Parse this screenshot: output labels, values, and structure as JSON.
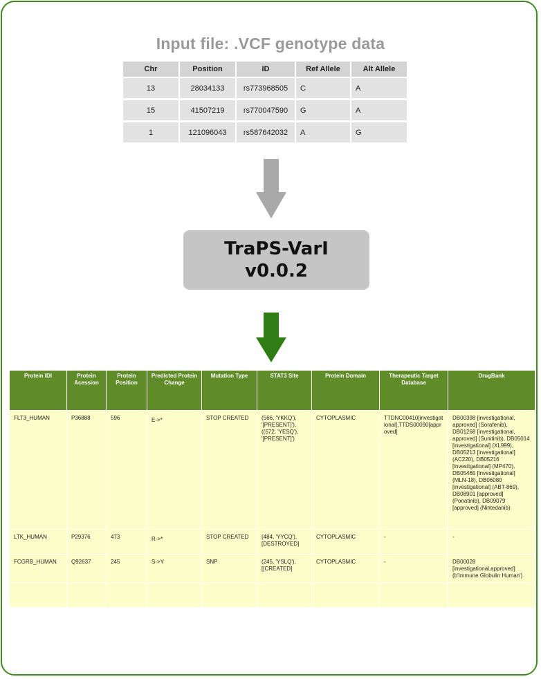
{
  "header": {
    "title": "Input file: .VCF genotype data"
  },
  "vcf": {
    "columns": [
      "Chr",
      "Position",
      "ID",
      "Ref Allele",
      "Alt Allele"
    ],
    "rows": [
      [
        "13",
        "28034133",
        "rs773968505",
        "C",
        "A"
      ],
      [
        "15",
        "41507219",
        "rs770047590",
        "G",
        "A"
      ],
      [
        "1",
        "121096043",
        "rs587642032",
        "A",
        "G"
      ]
    ]
  },
  "tool": {
    "name": "TraPS-VarI",
    "version": "v0.0.2"
  },
  "colors": {
    "border": "#3f8a22",
    "gray_arrow": "#a9a9a9",
    "green_arrow": "#2f7d14",
    "header_green": "#5f8c29",
    "row_yellow": "#fdfdc9"
  },
  "results": {
    "columns": [
      "Protein IDI",
      "Protein Acession",
      "Protein Position",
      "Predicted Protein Change",
      "Mutation Type",
      "STAT3 Site",
      "Protein Domain",
      "Therapeutic Target Database",
      "DrugBank"
    ],
    "rows": [
      [
        "FLT3_HUMAN",
        "P36888",
        "596",
        "E->*",
        "STOP CREATED",
        "(566, 'YKKQ'), '[PRESENT]'), ((572, 'YESQ'), '[PRESENT]')",
        "CYTOPLASMIC",
        "TTDNC00410[investigational],TTDS00090[approved]",
        "DB00398 [investigational, approved] (Sorafenib), DB01268 [investigational, approved] (Sunitinib), DB05014 [investigational] (XL999), DB05213 [investigational] (AC220), DB05216 [investigational] (MP470), DB05465 [investigational] (MLN-18), DB06080 [investigational] (ABT-869), DB08901 [approved] (Ponatinib), DB09079 [approved] (Nintedanib)"
      ],
      [
        "LTK_HUMAN",
        "P29376",
        "473",
        "R->*",
        "STOP CREATED",
        "(484, 'YYCQ'), [DESTROYED]",
        "CYTOPLASMIC",
        "-",
        "-"
      ],
      [
        "FCGRB_HUMAN",
        "Q92637",
        "245",
        "S->Y",
        "SNP",
        "(245, 'YSLQ'), [[CREATED]",
        "CYTOPLASMIC",
        "-",
        "DB00028 [investigational,approved] (b'Immune Globulin Human')"
      ],
      [
        "",
        "",
        "",
        "",
        "",
        "",
        "",
        "",
        ""
      ]
    ]
  }
}
